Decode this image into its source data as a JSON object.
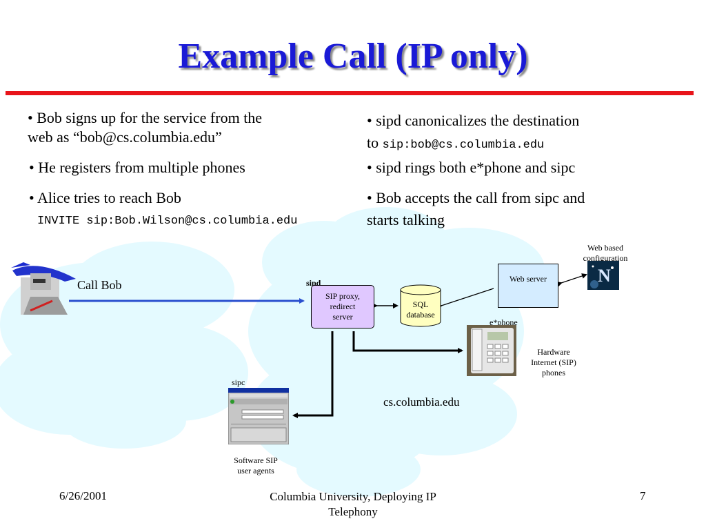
{
  "slide": {
    "title": "Example Call (IP only)",
    "left_bullets": [
      {
        "line1": "• Bob signs up for the service from the",
        "line2": "web as “bob@cs.columbia.edu”"
      },
      {
        "line1": "• He registers from multiple phones"
      },
      {
        "line1": "• Alice tries to reach Bob",
        "code": "INVITE sip:Bob.Wilson@cs.columbia.edu"
      }
    ],
    "right_bullets": [
      {
        "line1": "• sipd canonicalizes the destination",
        "prefix": "to ",
        "code": "sip:bob@cs.columbia.edu"
      },
      {
        "line1": "• sipd rings both e*phone and sipc"
      },
      {
        "line1": "• Bob accepts the call from sipc and",
        "line2": "starts talking"
      }
    ]
  },
  "diagram": {
    "call_bob": "Call Bob",
    "sipd_label": "sipd",
    "sip_proxy": [
      "SIP proxy,",
      "redirect",
      "server"
    ],
    "sql": [
      "SQL",
      "database"
    ],
    "web_server": "Web server",
    "web_config": [
      "Web based",
      "configuration"
    ],
    "ephone": "e*phone",
    "hardware": [
      "Hardware",
      "Internet (SIP)",
      "phones"
    ],
    "sipc": "sipc",
    "software": [
      "Software SIP",
      "user agents"
    ],
    "domain": "cs.columbia.edu",
    "colors": {
      "title": "#1a1ad6",
      "rule": "#e8141a",
      "proxy_fill": "#e0c8ff",
      "sql_fill": "#ffffc0",
      "web_fill": "#d4ecff",
      "arrow_blue": "#2a4fcf",
      "cloud": "#e4faff"
    }
  },
  "footer": {
    "date": "6/26/2001",
    "center": [
      "Columbia University, Deploying IP",
      "Telephony"
    ],
    "page": "7"
  }
}
